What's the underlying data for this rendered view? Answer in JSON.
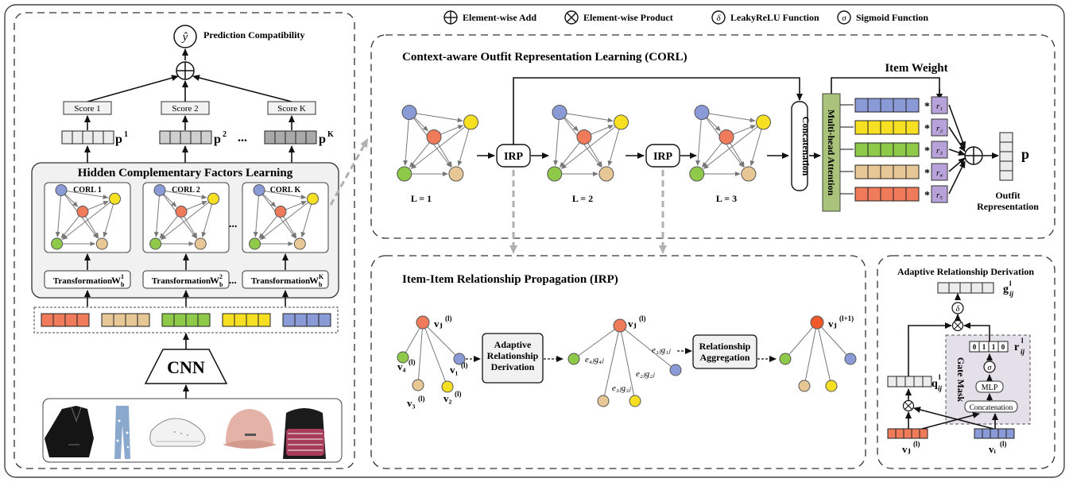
{
  "legend": {
    "add": "Element-wise Add",
    "product": "Element-wise Product",
    "leaky": "LeakyReLU Function",
    "sigmoid": "Sigmoid Function"
  },
  "left": {
    "prediction": "Prediction Compatibility",
    "yhat": "ŷ",
    "scores": [
      "Score 1",
      "Score 2",
      "Score K"
    ],
    "p_base": "p",
    "p_sups": [
      "1",
      "2",
      "K"
    ],
    "ellipsis": "...",
    "hcfl_title": "Hidden Complementary Factors Learning",
    "corl_labels": [
      "CORL 1",
      "CORL 2",
      "CORL K"
    ],
    "transform": "Transformation",
    "w_base": "W",
    "w_sub": "b",
    "w_sups": [
      "1",
      "2",
      "K"
    ],
    "cnn": "CNN"
  },
  "corl": {
    "title": "Context-aware Outfit Representation Learning (CORL)",
    "irp": "IRP",
    "levels": [
      "L = 1",
      "L = 2",
      "L = 3"
    ],
    "concat": "Concatenation",
    "mha": "Multi-head Attention",
    "item_weight": "Item Weight",
    "weights": [
      "r₁",
      "r₂",
      "r₃",
      "r₄",
      "r₅"
    ],
    "star": "*",
    "p": "p",
    "outfit": "Outfit",
    "representation": "Representation"
  },
  "irp": {
    "title": "Item-Item Relationship Propagation (IRP)",
    "vj": "vⱼ",
    "vj_sup": "(l)",
    "v1": "v₁",
    "v2": "v₂",
    "v3": "v₃",
    "v4": "v₄",
    "ard_box": [
      "Adaptive",
      "Relationship",
      "Derivation"
    ],
    "e4": "e₄ⱼg₄ⱼ",
    "e1": "e₁ⱼg₁ⱼ",
    "e2": "e₂ⱼg₂ⱼ",
    "e3": "e₃ⱼg₃ⱼ",
    "rel_box": [
      "Relationship",
      "Aggregation"
    ],
    "vj_next": "vⱼ",
    "vj_next_sup": "(l+1)"
  },
  "ard": {
    "title": "Adaptive Relationship Derivation",
    "g": "g",
    "g_sub": "ij",
    "g_sup": "l",
    "q": "q",
    "q_sub": "ij",
    "q_sup": "l",
    "r": "r",
    "r_sub": "ij",
    "r_sup": "l",
    "mask_bits": [
      "0",
      "1",
      "1",
      "0"
    ],
    "gate_mask": "Gate Mask",
    "mlp": "MLP",
    "concat": "Concatenation",
    "delta": "δ",
    "sigma": "σ",
    "vj": "vⱼ",
    "vi": "vᵢ",
    "v_sup": "(l)"
  },
  "colors": {
    "blue": "#8a9ad6",
    "orange": "#f07b5a",
    "yellow": "#f7e021",
    "green": "#8ec94a",
    "tan": "#e8c796",
    "gray": "#cfcfcf",
    "lightgray": "#ececec",
    "purple": "#b7a3d9",
    "mha": "#a9c47a",
    "panel": "#f1f1f1",
    "mask": "#e3e0ea"
  }
}
